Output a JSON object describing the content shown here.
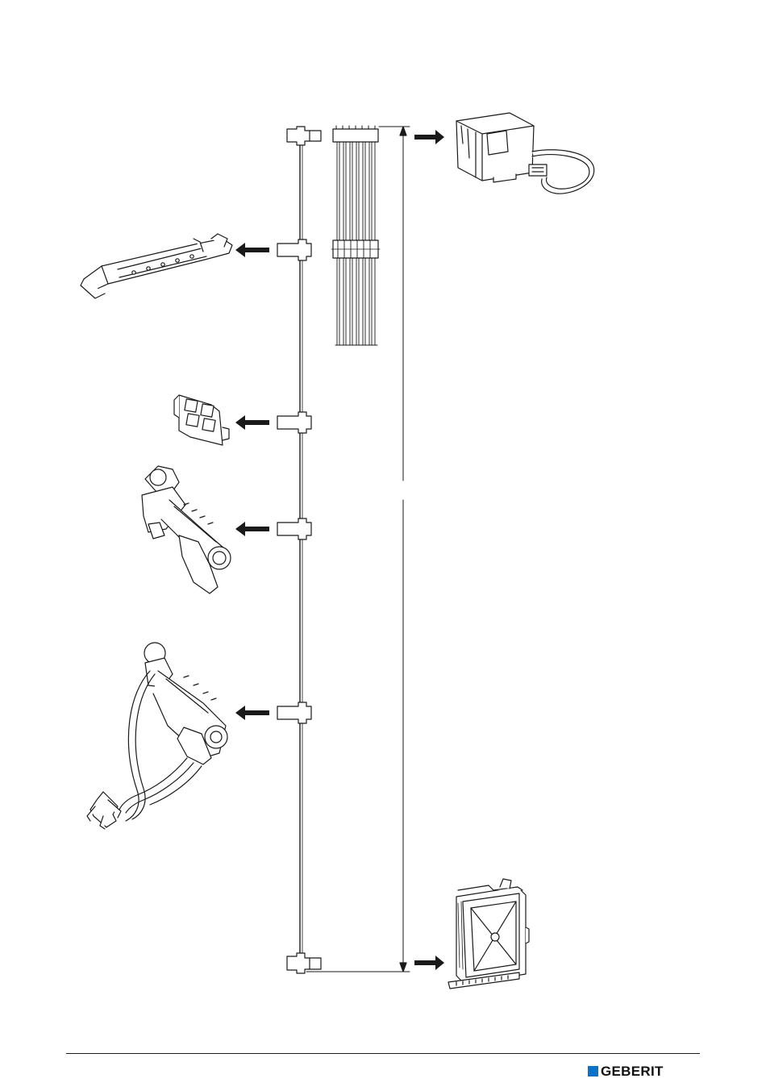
{
  "page": {
    "brand": "GEBERIT",
    "brand_color": "#0a73c7",
    "line_color": "#1a1a1a"
  },
  "diagram": {
    "main_harness": "main-wiring-harness",
    "connected_parts": [
      "mains-power-supply-unit",
      "spray-arm-assembly",
      "mounting-bracket",
      "nozzle-drive-unit",
      "nozzle-drive-unit-with-hoses",
      "control-unit-box"
    ]
  }
}
